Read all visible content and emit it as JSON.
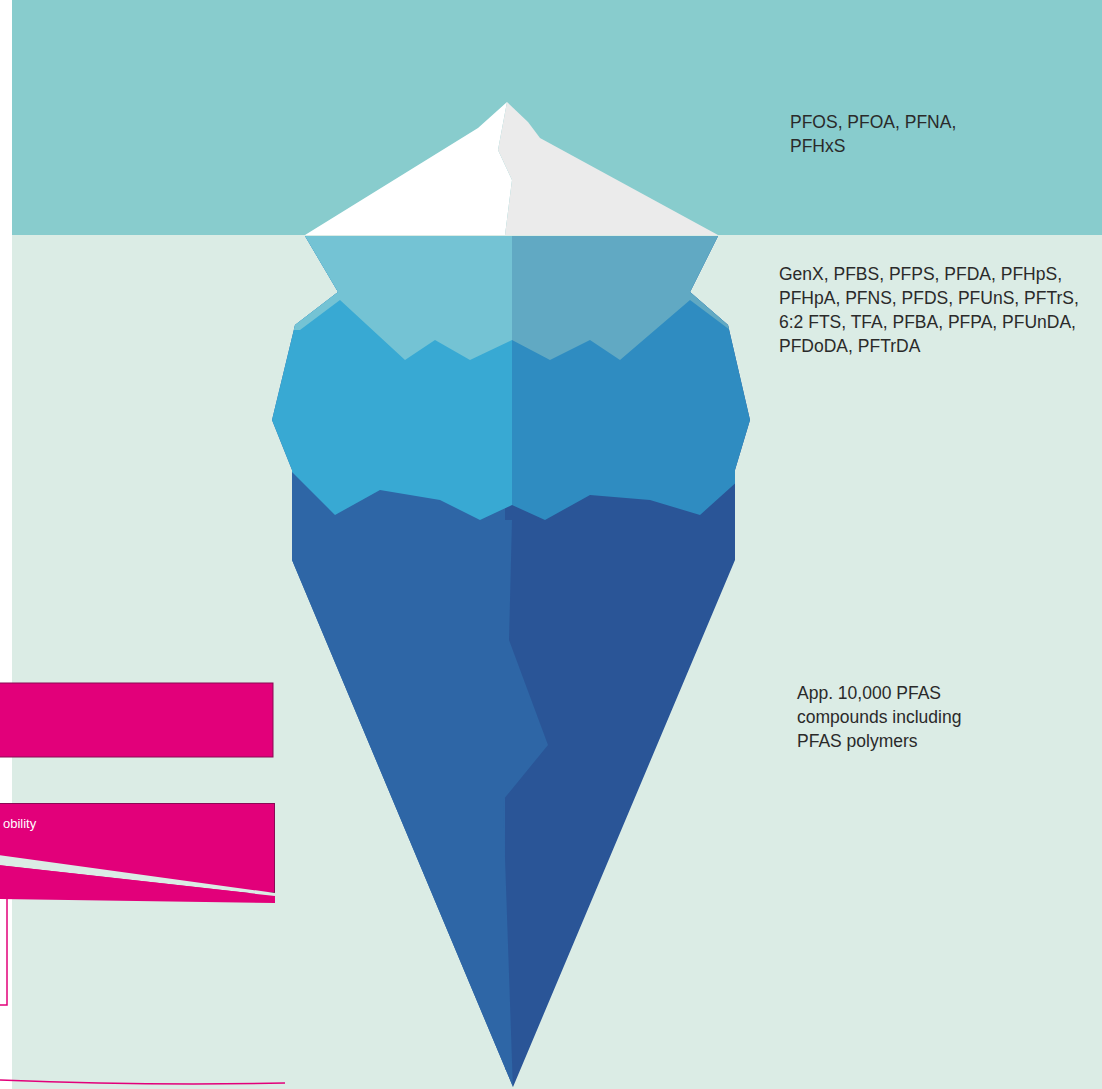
{
  "diagram": {
    "nodes": [
      {
        "text": [
          "obility"
        ]
      }
    ],
    "labels": [
      "PFOS, PFOA, PFNA, PFHxS",
      "GenX, PFBS, PFPS, PFDA, PFHpS, PFHpA, PFNS, PFDS, PFUnS, PFTrS, 6:2 FTS, TFA, PFBA, PFPA, PFUnDA, PFDoDA, PFTrDA",
      "App. 10,000 PFAS compounds including PFAS polymers"
    ]
  }
}
